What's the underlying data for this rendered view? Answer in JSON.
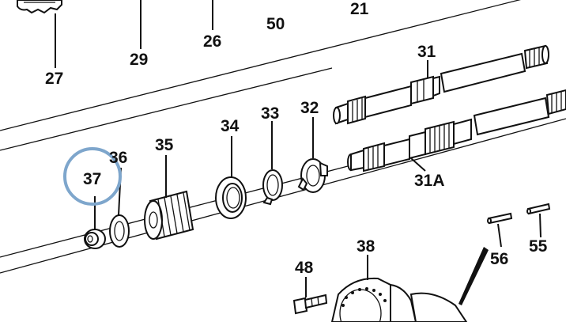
{
  "labels": {
    "p21": "21",
    "p26": "26",
    "p27": "27",
    "p29": "29",
    "p50": "50",
    "p31": "31",
    "p31a": "31A",
    "p32": "32",
    "p33": "33",
    "p34": "34",
    "p35": "35",
    "p36": "36",
    "p37": "37",
    "p38": "38",
    "p48": "48",
    "p55": "55",
    "p56": "56"
  },
  "highlight": {
    "target": "37",
    "color": "#7ea6cc"
  },
  "colors": {
    "ink": "#111111",
    "paper": "#ffffff"
  }
}
